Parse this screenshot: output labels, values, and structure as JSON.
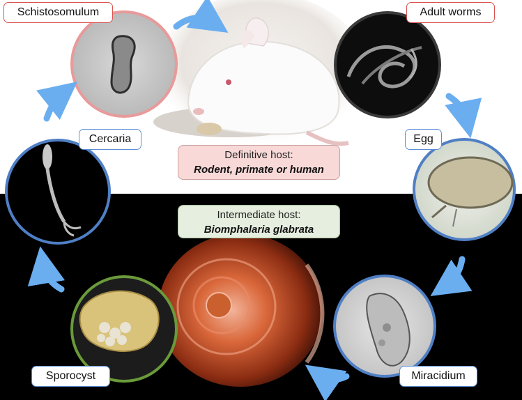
{
  "stages": {
    "schistosomulum": "Schistosomulum",
    "adult_worms": "Adult worms",
    "egg": "Egg",
    "miracidium": "Miracidium",
    "sporocyst": "Sporocyst",
    "cercaria": "Cercaria"
  },
  "definitive_host": {
    "title": "Definitive host:",
    "species": "Rodent, primate or human"
  },
  "intermediate_host": {
    "title": "Intermediate host:",
    "species": "Biomphalaria glabrata"
  },
  "colors": {
    "top_background": "#ffffff",
    "bottom_background": "#000000",
    "ring_red": "#e89a9a",
    "ring_blue": "#4f7fc4",
    "ring_green": "#6a9a3a",
    "arrow": "#6aaef0",
    "definitive_box": "#f8d9d8",
    "intermediate_box": "#e5eedf"
  },
  "icons": [
    "rat-photo",
    "snail-shell-photo",
    "cycle-arrow-icon"
  ]
}
